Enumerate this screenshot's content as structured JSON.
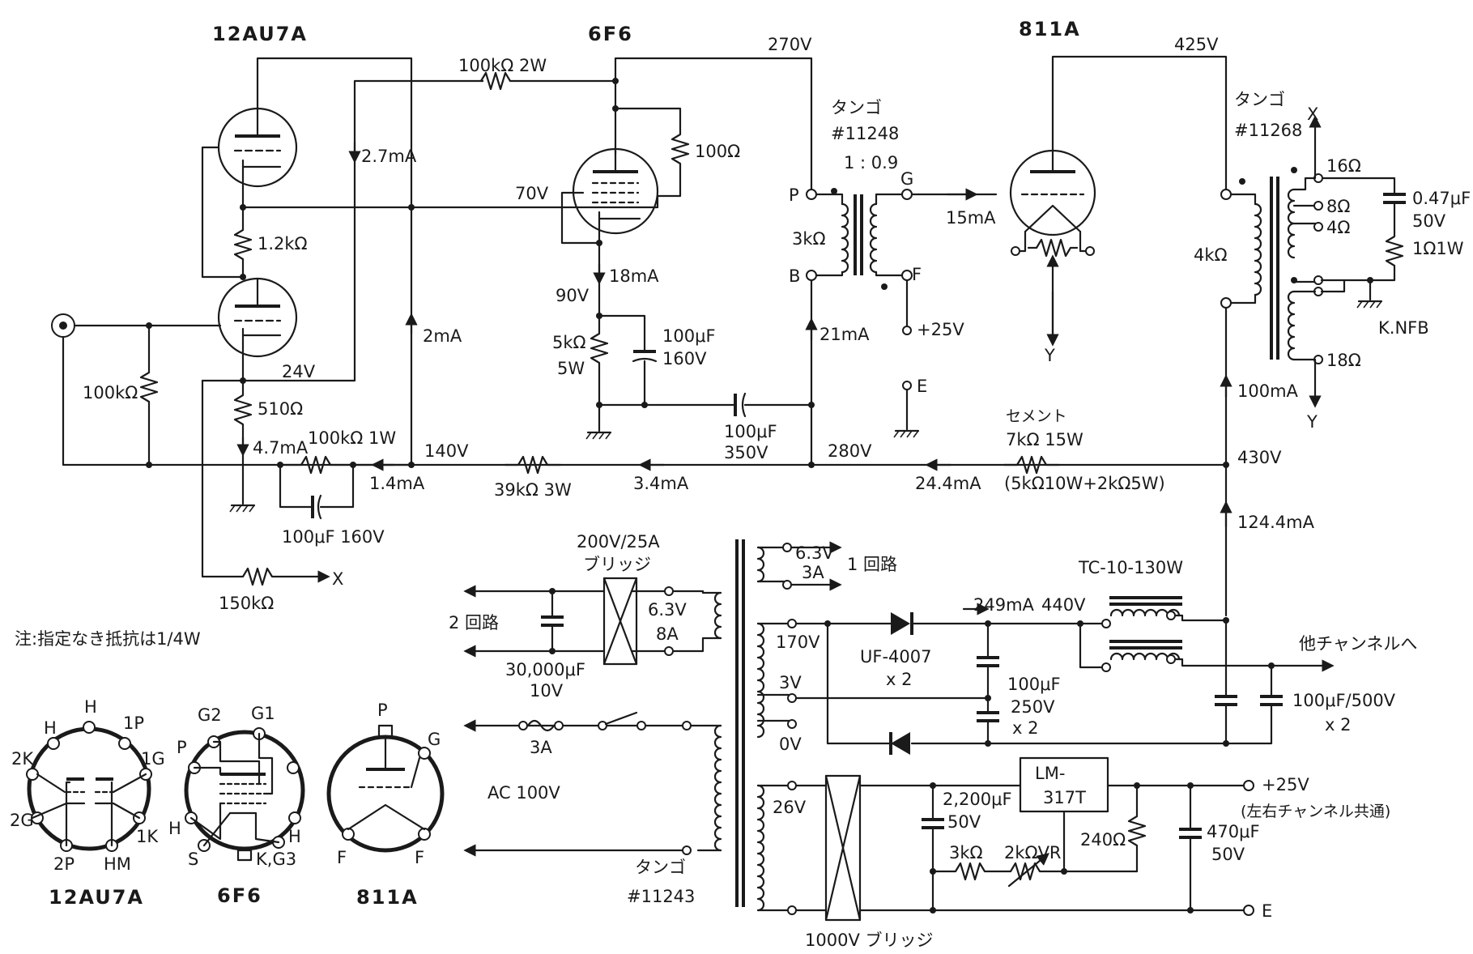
{
  "tubes": {
    "v1": "12AU7A",
    "v2": "6F6",
    "v3": "811A"
  },
  "voltages": {
    "b270": "270V",
    "b425": "425V",
    "g70": "70V",
    "k90": "90V",
    "k24": "24V",
    "b140": "140V",
    "b280": "280V",
    "b430": "430V",
    "b440": "440V",
    "bias25": "+25V"
  },
  "currents": {
    "i27": "2.7mA",
    "i2": "2mA",
    "i47": "4.7mA",
    "i14": "1.4mA",
    "i18": "18mA",
    "i34": "3.4mA",
    "i21": "21mA",
    "i15": "15mA",
    "i244": "24.4mA",
    "i100": "100mA",
    "i1244": "124.4mA",
    "i249": "249mA"
  },
  "resistors": {
    "r100k2w": "100kΩ 2W",
    "r100": "100Ω",
    "r12k": "1.2kΩ",
    "r100kin": "100kΩ",
    "r510": "510Ω",
    "r100k1w": "100kΩ 1W",
    "r39k": "39kΩ 3W",
    "r150k": "150kΩ",
    "r5k_a": "5kΩ",
    "r5k_b": "5W",
    "r7k": "7kΩ 15W",
    "r7k_detail": "(5kΩ10W+2kΩ5W)",
    "cement": "セメント",
    "r1ohm": "1Ω1W",
    "r3k": "3kΩ",
    "r2kvr": "2kΩVR",
    "r240": "240Ω"
  },
  "capacitors": {
    "c100u160_k_a": "100μF",
    "c100u160_k_b": "160V",
    "c100u160_in": "100μF  160V",
    "c100u350_a": "100μF",
    "c100u350_b": "350V",
    "c047_a": "0.47μF",
    "c047_b": "50V",
    "c30000_a": "30,000μF",
    "c30000_b": "10V",
    "c100u250_a": "100μF",
    "c100u250_b": "250V",
    "c100u250_c": "x 2",
    "c100u500_a": "100μF/500V",
    "c100u500_b": "x 2",
    "c2200_a": "2,200μF",
    "c2200_b": "50V",
    "c470_a": "470μF",
    "c470_b": "50V"
  },
  "interstage": {
    "maker": "タンゴ",
    "model": "#11248",
    "ratio": "1 : 0.9",
    "p": "P",
    "b": "B",
    "g": "G",
    "f": "F",
    "imp": "3kΩ",
    "e": "E"
  },
  "output_tx": {
    "maker": "タンゴ",
    "model": "#11268",
    "imp": "4kΩ",
    "t16": "16Ω",
    "t8": "8Ω",
    "t4": "4Ω",
    "t18": "18Ω",
    "knfb": "K.NFB",
    "x": "X",
    "y": "Y"
  },
  "power": {
    "bridge1_a": "200V/25A",
    "bridge1_b": "ブリッジ",
    "h63_8a_a": "6.3V",
    "h63_8a_b": "8A",
    "h63_3a_a": "6.3V",
    "h63_3a_b": "3A",
    "circuit1": "1 回路",
    "circuit2": "2 回路",
    "v170": "170V",
    "v3": "3V",
    "v0": "0V",
    "v26": "26V",
    "diode_a": "UF-4007",
    "diode_b": "x 2",
    "choke": "TC-10-130W",
    "other_ch": "他チャンネルへ",
    "fuse": "3A",
    "ac": "AC 100V",
    "ptx_maker": "タンゴ",
    "ptx_model": "#11243",
    "bridge2": "1000V ブリッジ",
    "reg_a": "LM-",
    "reg_b": "317T",
    "out25": "+25V",
    "common": "(左右チャンネル共通)",
    "oute": "E"
  },
  "note": "注:指定なき抵抗は1/4W",
  "bases": {
    "au7": {
      "name": "12AU7A",
      "h1": "H",
      "h2": "H",
      "p1": "1P",
      "g1": "1G",
      "k2": "2K",
      "g2": "2G",
      "p2": "2P",
      "hm": "HM",
      "k1": "1K"
    },
    "f6": {
      "name": "6F6",
      "g2": "G2",
      "g1": "G1",
      "p": "P",
      "h1": "H",
      "h2": "H",
      "s": "S",
      "kg3": "K,G3"
    },
    "a811": {
      "name": "811A",
      "p": "P",
      "g": "G",
      "f1": "F",
      "f2": "F"
    }
  }
}
